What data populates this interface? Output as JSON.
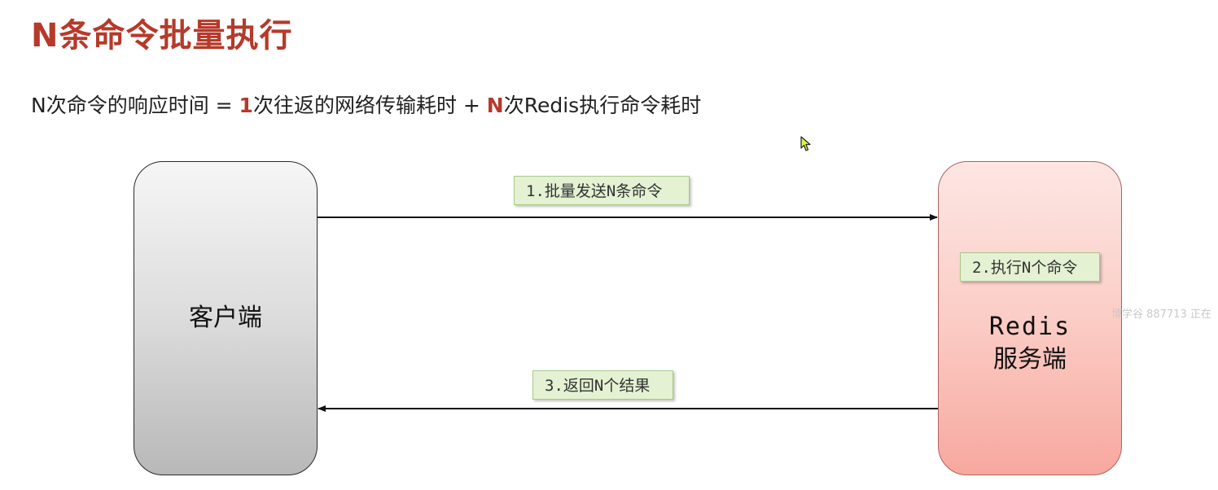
{
  "title": "N条命令批量执行",
  "formula": {
    "part1": "N次命令的响应时间 = ",
    "em1": "1",
    "part2": "次往返的网络传输耗时 + ",
    "em2": "N",
    "part3": "次Redis执行命令耗时"
  },
  "nodes": {
    "client": {
      "label": "客户端"
    },
    "server": {
      "line1": "Redis",
      "line2": "服务端"
    }
  },
  "steps": {
    "send": "1.批量发送N条命令",
    "exec": "2.执行N个命令",
    "return": "3.返回N个结果"
  },
  "watermark": "博学谷 887713 正在",
  "colors": {
    "title": "#b53a2a",
    "client_fill": "#d9d9d9",
    "server_fill": "#f9b9b0",
    "tag_fill": "#e4f1d2"
  }
}
